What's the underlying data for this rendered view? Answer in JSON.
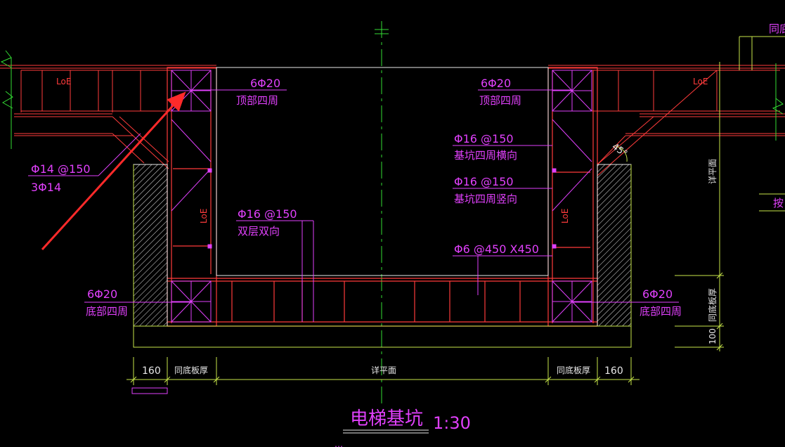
{
  "drawing": {
    "title": "电梯基坑",
    "scale": "1:30",
    "bottom_note": "…",
    "top_right_tag": "同底",
    "right_side_tag": "按"
  },
  "labels": {
    "top_left_rebar": {
      "spec": "6Φ20",
      "desc": "顶部四周"
    },
    "top_right_rebar": {
      "spec": "6Φ20",
      "desc": "顶部四周"
    },
    "haunch_rebar": {
      "spec": "Φ14 @150",
      "extra": "3Φ14"
    },
    "inner_wall": {
      "spec": "Φ16 @150",
      "desc": "双层双向"
    },
    "pit_horizontal": {
      "spec": "Φ16 @150",
      "desc": "基坑四周横向"
    },
    "pit_vertical": {
      "spec": "Φ16 @150",
      "desc": "基坑四周竖向"
    },
    "tie_bar": {
      "spec": "Φ6 @450 X450"
    },
    "bottom_left_rebar": {
      "spec": "6Φ20",
      "desc": "底部四周"
    },
    "bottom_right_rebar": {
      "spec": "6Φ20",
      "desc": "底部四周"
    },
    "anchor_tl": "LoE",
    "anchor_tr": "LoE",
    "anchor_ml": "LoE",
    "anchor_mr": "LoE",
    "angle": "45°"
  },
  "dimensions": {
    "left_160": "160",
    "left_board": "同底板厚",
    "center": "详平面",
    "right_board": "同底板厚",
    "right_160": "160",
    "right_plan": "详平面",
    "right_board_v": "同底板厚",
    "right_100": "100"
  },
  "colors": {
    "background": "#000000",
    "structure": "#ff3b3b",
    "annotation": "#e040fb",
    "dimension": "#c8e64a",
    "axis": "#33dd33",
    "text": "#e8e8e8"
  }
}
